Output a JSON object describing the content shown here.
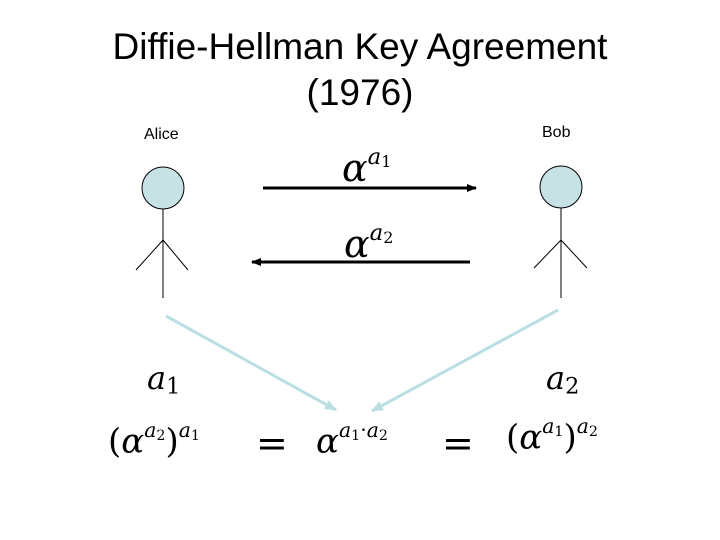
{
  "title": {
    "line1": "Diffie-Hellman Key Agreement",
    "line2": "(1976)"
  },
  "alice": {
    "label": "Alice",
    "secret": "a1"
  },
  "bob": {
    "label": "Bob",
    "secret": "a2"
  },
  "colors": {
    "figure_head": "#c6e2e4",
    "converge_arrow": "#b9dfe3",
    "exchange_arrow": "#000000"
  },
  "messages": {
    "to_bob": {
      "base": "α",
      "exp_var": "a",
      "exp_sub": "1"
    },
    "to_alice": {
      "base": "α",
      "exp_var": "a",
      "exp_sub": "2"
    }
  },
  "equation": {
    "left": {
      "open": "(",
      "base": "α",
      "inner_exp_var": "a",
      "inner_exp_sub": "2",
      "close": ")",
      "outer_exp_var": "a",
      "outer_exp_sub": "1"
    },
    "equals": "=",
    "middle": {
      "base": "α",
      "exp_var1": "a",
      "exp_sub1": "1",
      "dot": "·",
      "exp_var2": "a",
      "exp_sub2": "2"
    },
    "right": {
      "open": "(",
      "base": "α",
      "inner_exp_var": "a",
      "inner_exp_sub": "1",
      "close": ")",
      "outer_exp_var": "a",
      "outer_exp_sub": "2"
    }
  }
}
